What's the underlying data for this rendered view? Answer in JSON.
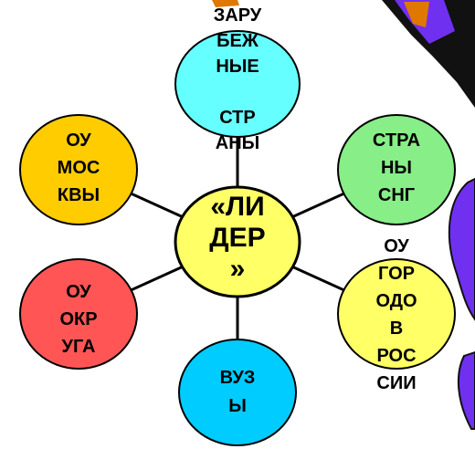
{
  "center": {
    "lines": [
      "«ЛИ",
      "ДЕР",
      "»"
    ],
    "fill": "#ffff66"
  },
  "nodes": [
    {
      "id": "abroad",
      "lines": [
        "ЗАРУ",
        "БЕЖ",
        "НЫЕ",
        "",
        "СТР",
        "АНЫ"
      ],
      "fill": "#66ffff"
    },
    {
      "id": "cis",
      "lines": [
        "СТРА",
        "НЫ",
        "СНГ"
      ],
      "fill": "#88ee88"
    },
    {
      "id": "russia-cities",
      "lines": [
        "ОУ",
        "ГОР",
        "ОДО",
        "В",
        "РОС",
        "СИИ"
      ],
      "fill": "#ffff66"
    },
    {
      "id": "universities",
      "lines": [
        "ВУЗ",
        "Ы"
      ],
      "fill": "#00ccff"
    },
    {
      "id": "district",
      "lines": [
        "ОУ",
        "ОКР",
        "УГА"
      ],
      "fill": "#ff5555"
    },
    {
      "id": "moscow",
      "lines": [
        "ОУ",
        "МОС",
        "КВЫ"
      ],
      "fill": "#ffcc00"
    }
  ],
  "decor_colors": {
    "purple": "#7030f0",
    "orange": "#e07800",
    "dark": "#111111"
  }
}
